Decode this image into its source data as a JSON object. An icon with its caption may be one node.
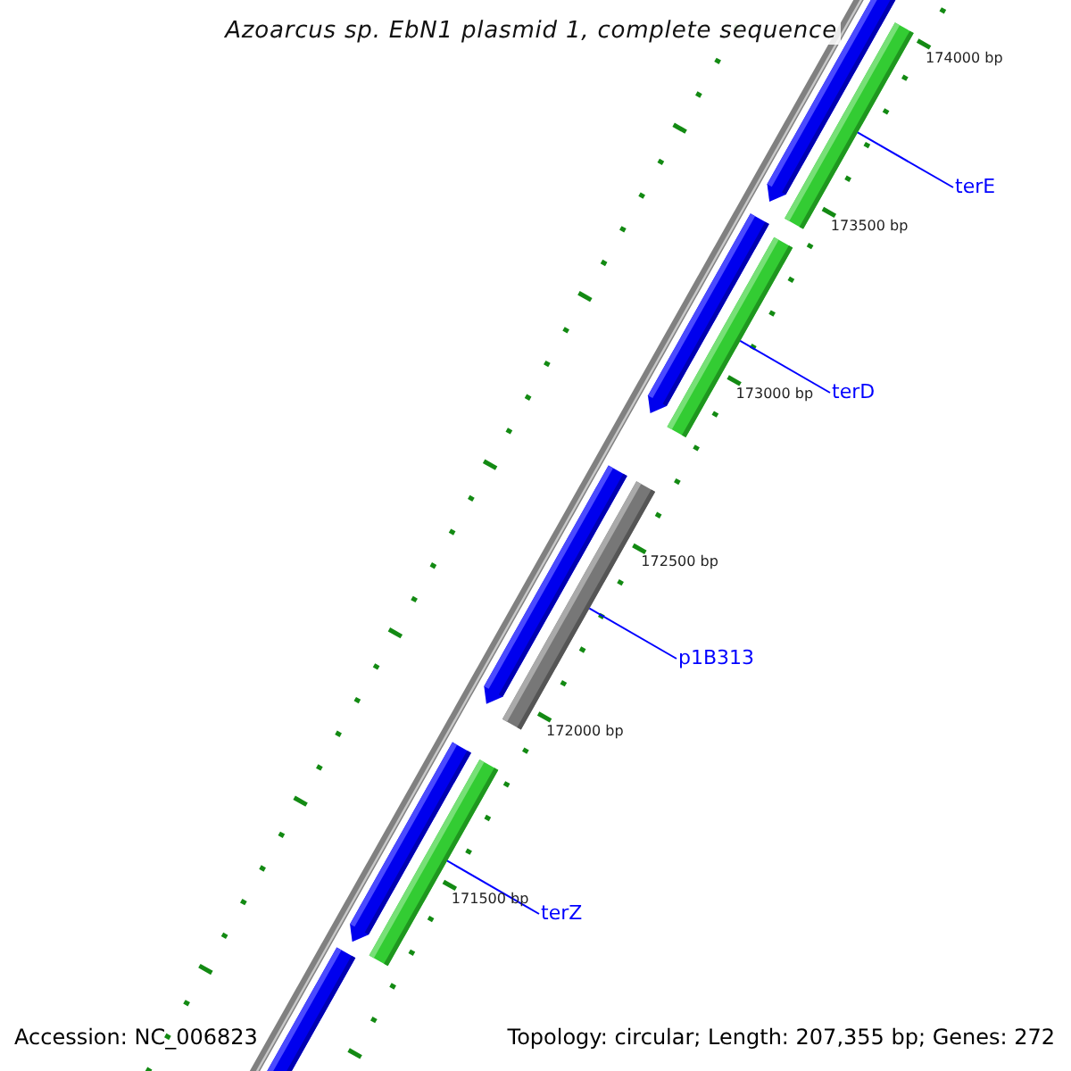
{
  "diagram": {
    "title": "Azoarcus sp. EbN1 plasmid 1, complete sequence",
    "nodes": [
      {
        "text": [
          "terE"
        ]
      },
      {
        "text": [
          "terD"
        ]
      },
      {
        "text": [
          "p1B313"
        ]
      },
      {
        "text": [
          "terZ"
        ]
      },
      {
        "text": [],
        "shape": "bar"
      },
      {
        "text": [],
        "shape": "bar"
      },
      {
        "text": [],
        "shape": "bar"
      },
      {
        "text": [],
        "shape": "bar"
      },
      {
        "text": [],
        "shape": "bar"
      },
      {
        "text": [],
        "shape": "bar"
      },
      {
        "text": [],
        "shape": "bar"
      },
      {
        "text": [],
        "shape": "bar"
      },
      {
        "text": [],
        "shape": "bar"
      }
    ],
    "edges": [
      {
        "from": 0,
        "to": 4,
        "arrow": "none"
      },
      {
        "from": 1,
        "to": 5,
        "arrow": "none"
      },
      {
        "from": 2,
        "to": 6,
        "arrow": "none"
      },
      {
        "from": 3,
        "to": 7,
        "arrow": "none"
      }
    ],
    "labels": [
      "174000 bp",
      "173500 bp",
      "173000 bp",
      "172500 bp",
      "172000 bp",
      "171500 bp",
      "Accession: NC_006823",
      "Topology: circular; Length: 207,355 bp; Genes: 272"
    ]
  }
}
